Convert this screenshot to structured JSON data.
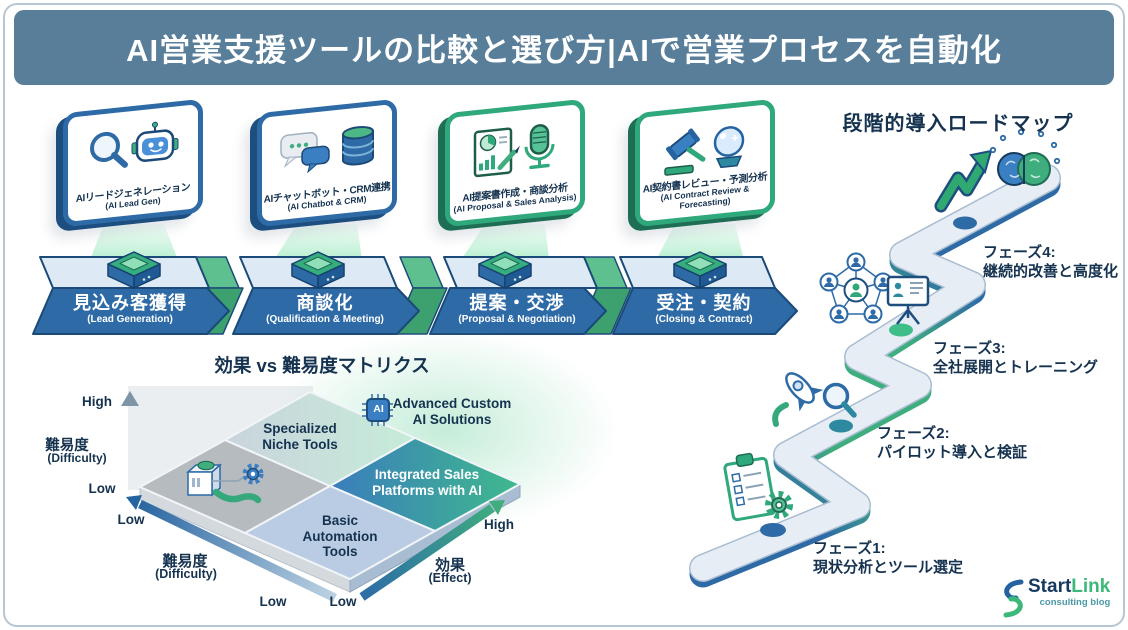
{
  "banner": {
    "title": "AI営業支援ツールの比較と選び方|AIで営業プロセスを自動化"
  },
  "tool_cards": [
    {
      "jp": "AIリードジェネレーション",
      "en": "(AI Lead Gen)",
      "icons": [
        "magnifier-icon",
        "robot-icon"
      ]
    },
    {
      "jp": "AIチャットボット・CRM連携",
      "en": "(AI Chatbot & CRM)",
      "icons": [
        "chat-bubbles-icon",
        "database-icon"
      ]
    },
    {
      "jp": "AI提案書作成・商談分析",
      "en": "(AI Proposal & Sales Analysis)",
      "icons": [
        "document-chart-icon",
        "microphone-icon"
      ]
    },
    {
      "jp": "AI契約書レビュー・予測分析",
      "en": "(AI Contract Review & Forecasting)",
      "icons": [
        "gavel-icon",
        "crystal-ball-icon"
      ]
    }
  ],
  "process_steps": [
    {
      "jp": "見込み客獲得",
      "en": "(Lead Generation)"
    },
    {
      "jp": "商談化",
      "en": "(Qualification & Meeting)"
    },
    {
      "jp": "提案・交渉",
      "en": "(Proposal & Negotiation)"
    },
    {
      "jp": "受注・契約",
      "en": "(Closing & Contract)"
    }
  ],
  "matrix": {
    "title": "効果 vs 難易度マトリクス",
    "quadrants": {
      "top": "Specialized Niche Tools",
      "corner": "Advanced Custom AI Solutions",
      "right": "Integrated Sales Platforms with AI",
      "bottom": "Basic Automation Tools"
    },
    "chip_label": "AI",
    "axes": {
      "high": "High",
      "low": "Low",
      "difficulty_jp": "難易度",
      "difficulty_en": "(Difficulty)",
      "effect_jp": "効果",
      "effect_en": "(Effect)"
    }
  },
  "roadmap": {
    "title": "段階的導入ロードマップ",
    "phases": [
      {
        "label": "フェーズ1:",
        "desc": "現状分析とツール選定"
      },
      {
        "label": "フェーズ2:",
        "desc": "パイロット導入と検証"
      },
      {
        "label": "フェーズ3:",
        "desc": "全社展開とトレーニング"
      },
      {
        "label": "フェーズ4:",
        "desc": "継続的改善と高度化"
      }
    ]
  },
  "logo": {
    "name_start": "Start",
    "name_link": "Link",
    "subtitle": "consulting blog"
  },
  "colors": {
    "banner": "#587e9a",
    "blue": "#2e6ba6",
    "green": "#3fae7e",
    "dark_navy": "#15324f",
    "teal": "#2c89a0",
    "block_top": "#dde9f5"
  }
}
